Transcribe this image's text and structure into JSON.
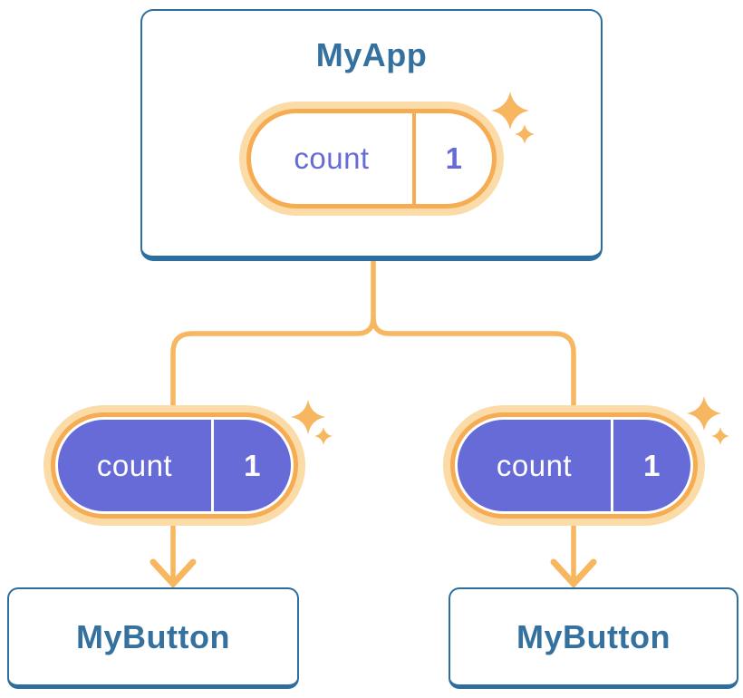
{
  "diagram": {
    "description": "Component tree sharing state",
    "tree": {
      "root": {
        "title": "MyApp",
        "state": {
          "name": "count",
          "value": "1",
          "style": "outline"
        },
        "sparkle_icon": "sparkle-icon"
      },
      "children": [
        {
          "title": "MyButton",
          "state": {
            "name": "count",
            "value": "1",
            "style": "filled"
          },
          "sparkle_icon": "sparkle-icon"
        },
        {
          "title": "MyButton",
          "state": {
            "name": "count",
            "value": "1",
            "style": "filled"
          },
          "sparkle_icon": "sparkle-icon"
        }
      ]
    },
    "colors": {
      "card_border_blue": "#2d6e9e",
      "card_background": "#ffffff",
      "title_text_blue": "#35719f",
      "connector_orange": "#f7b761",
      "ring_orange": "#f5ac52",
      "ring_peach": "#fbdca8",
      "pill_purple": "#676bd8",
      "pill_text_white": "#ffffff"
    }
  }
}
